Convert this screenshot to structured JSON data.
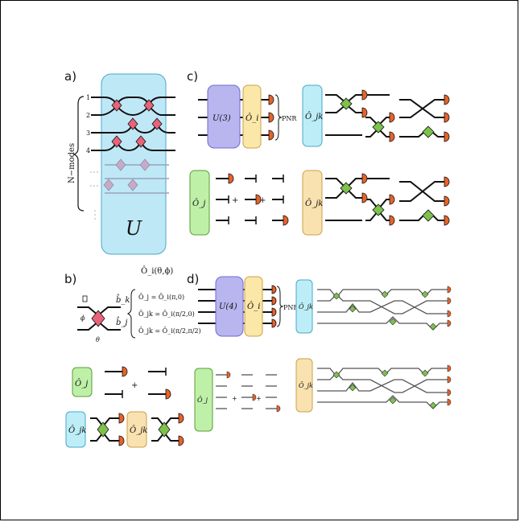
{
  "panels": {
    "a": {
      "label": "a)",
      "mode_axis": "N−modes",
      "modes": [
        "1",
        "2",
        "3",
        "4"
      ],
      "unitary": "U"
    },
    "b": {
      "label": "b)",
      "out_k": "b̂_k",
      "out_j": "b̂_j",
      "phi": "ϕ",
      "theta": "θ",
      "header": "Ô_i(θ,ϕ)",
      "defs": [
        "Ô_j = Ô_i(π,0)",
        "Ô_jk = Ô_i(π/2,0)",
        "Ô_jk = Ô_i(π/2,π/2)"
      ],
      "op_j": "Ô_j",
      "op_x": "Ô_jk",
      "op_y": "Ô_jk",
      "plus": "+"
    },
    "c": {
      "label": "c)",
      "unitary": "U(3)",
      "op": "Ô_i",
      "detector": "PNR",
      "op_x": "Ô_jk",
      "op_j": "Ô_j",
      "op_y": "Ô_jk",
      "plus": "+"
    },
    "d": {
      "label": "d)",
      "unitary": "U(4)",
      "op": "Ô_i",
      "detector": "PNR",
      "op_x": "Ô_jk",
      "op_j": "Ô_j",
      "op_y": "Ô_jk",
      "plus": "+"
    }
  },
  "colors": {
    "unitary_box": "#bfe8f7",
    "U_box": "#b9b5ef",
    "op_box": "#fbe7a8",
    "x_box": "#bdeef7",
    "j_box": "#bff0a8",
    "y_box": "#f9e2b0",
    "beamsplitter_red": "#e8637a",
    "beamsplitter_green": "#7dc24b",
    "detector": "#e8622a"
  }
}
